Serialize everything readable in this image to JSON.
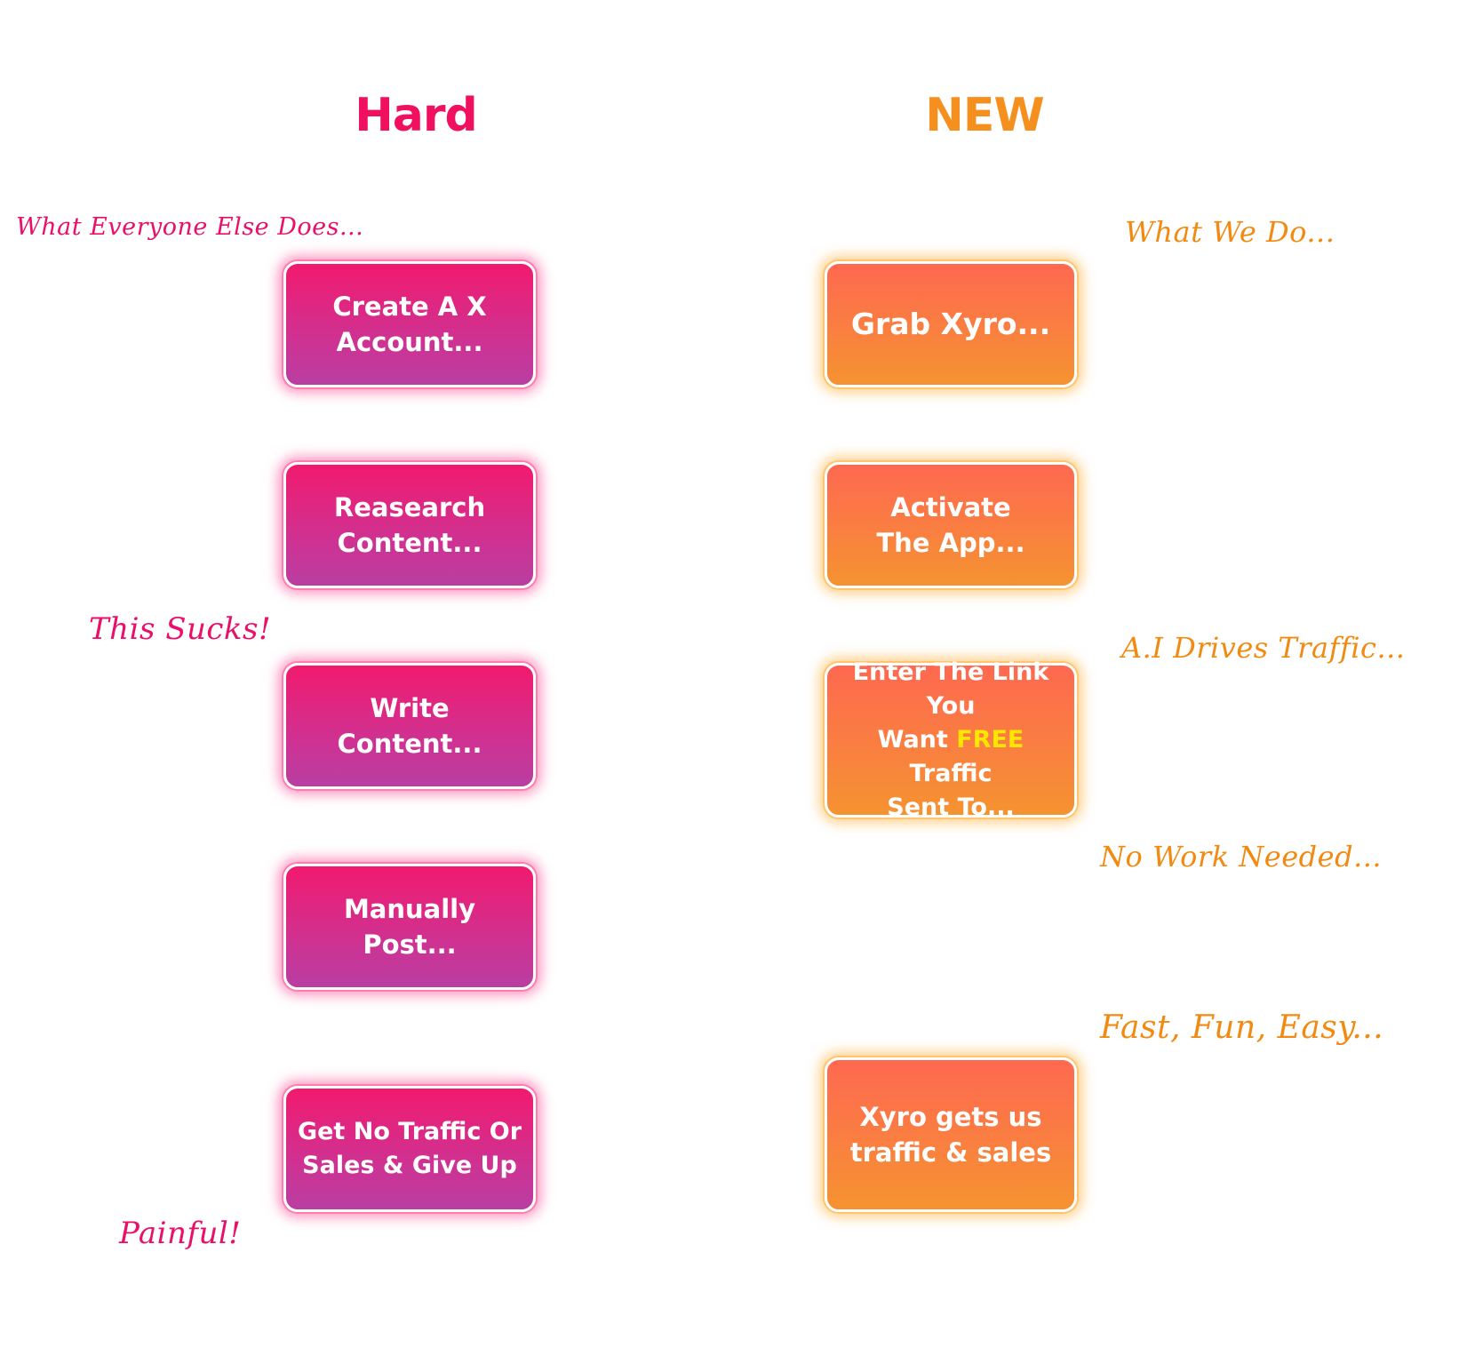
{
  "titles": {
    "hard": "Hard",
    "new": "NEW"
  },
  "hard_column": {
    "notes": {
      "everyone_else": "What Everyone Else Does...",
      "sucks": "This Sucks!",
      "painful": "Painful!"
    },
    "steps": [
      {
        "line1": "Create A X",
        "line2": "Account..."
      },
      {
        "line1": "Reasearch",
        "line2": "Content..."
      },
      {
        "line1": "Write",
        "line2": "Content..."
      },
      {
        "line1": "Manually",
        "line2": "Post..."
      },
      {
        "line1": "Get No Traffic Or",
        "line2": "Sales & Give Up"
      }
    ]
  },
  "new_column": {
    "notes": {
      "what_we_do": "What We Do...",
      "ai_drives": "A.I Drives Traffic...",
      "no_work": "No Work Needed...",
      "fast_fun": "Fast, Fun, Easy..."
    },
    "steps": [
      {
        "line1": "Grab  Xyro..."
      },
      {
        "line1": "Activate",
        "line2": "The App..."
      },
      {
        "line1": "Enter The Link You",
        "line2_pre": "Want ",
        "line2_free": "FREE",
        "line2_post": " Traffic",
        "line3": "Sent To..."
      },
      {
        "line1": "Xyro gets us",
        "line2": "traffic & sales"
      }
    ]
  },
  "colors": {
    "hard_accent": "#f0105f",
    "new_accent": "#f5901f",
    "free_highlight": "#ffe600"
  }
}
